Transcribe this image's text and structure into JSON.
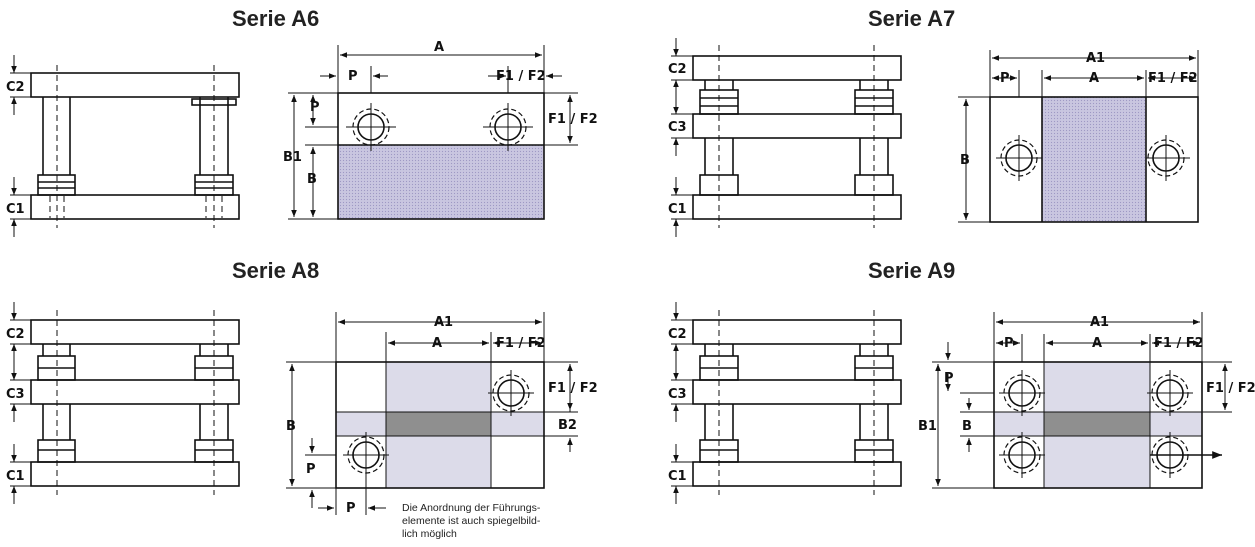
{
  "panels": {
    "a6": {
      "title": "Serie A6"
    },
    "a7": {
      "title": "Serie A7"
    },
    "a8": {
      "title": "Serie A8"
    },
    "a9": {
      "title": "Serie A9"
    }
  },
  "labels": {
    "c1": "C1",
    "c2": "C2",
    "c3": "C3",
    "a": "A",
    "a1": "A1",
    "b": "B",
    "b1": "B1",
    "b2": "B2",
    "p": "P",
    "f1f2": "F1 / F2"
  },
  "note": {
    "line1": "Die Anordnung der Führungs-",
    "line2": "elemente ist auch spiegelbild-",
    "line3": "lich möglich"
  },
  "colors": {
    "shade": "#b7b3d3",
    "shade_light": "#dcdbe9",
    "shade_dark": "#8f8f8f",
    "line": "#111111"
  }
}
